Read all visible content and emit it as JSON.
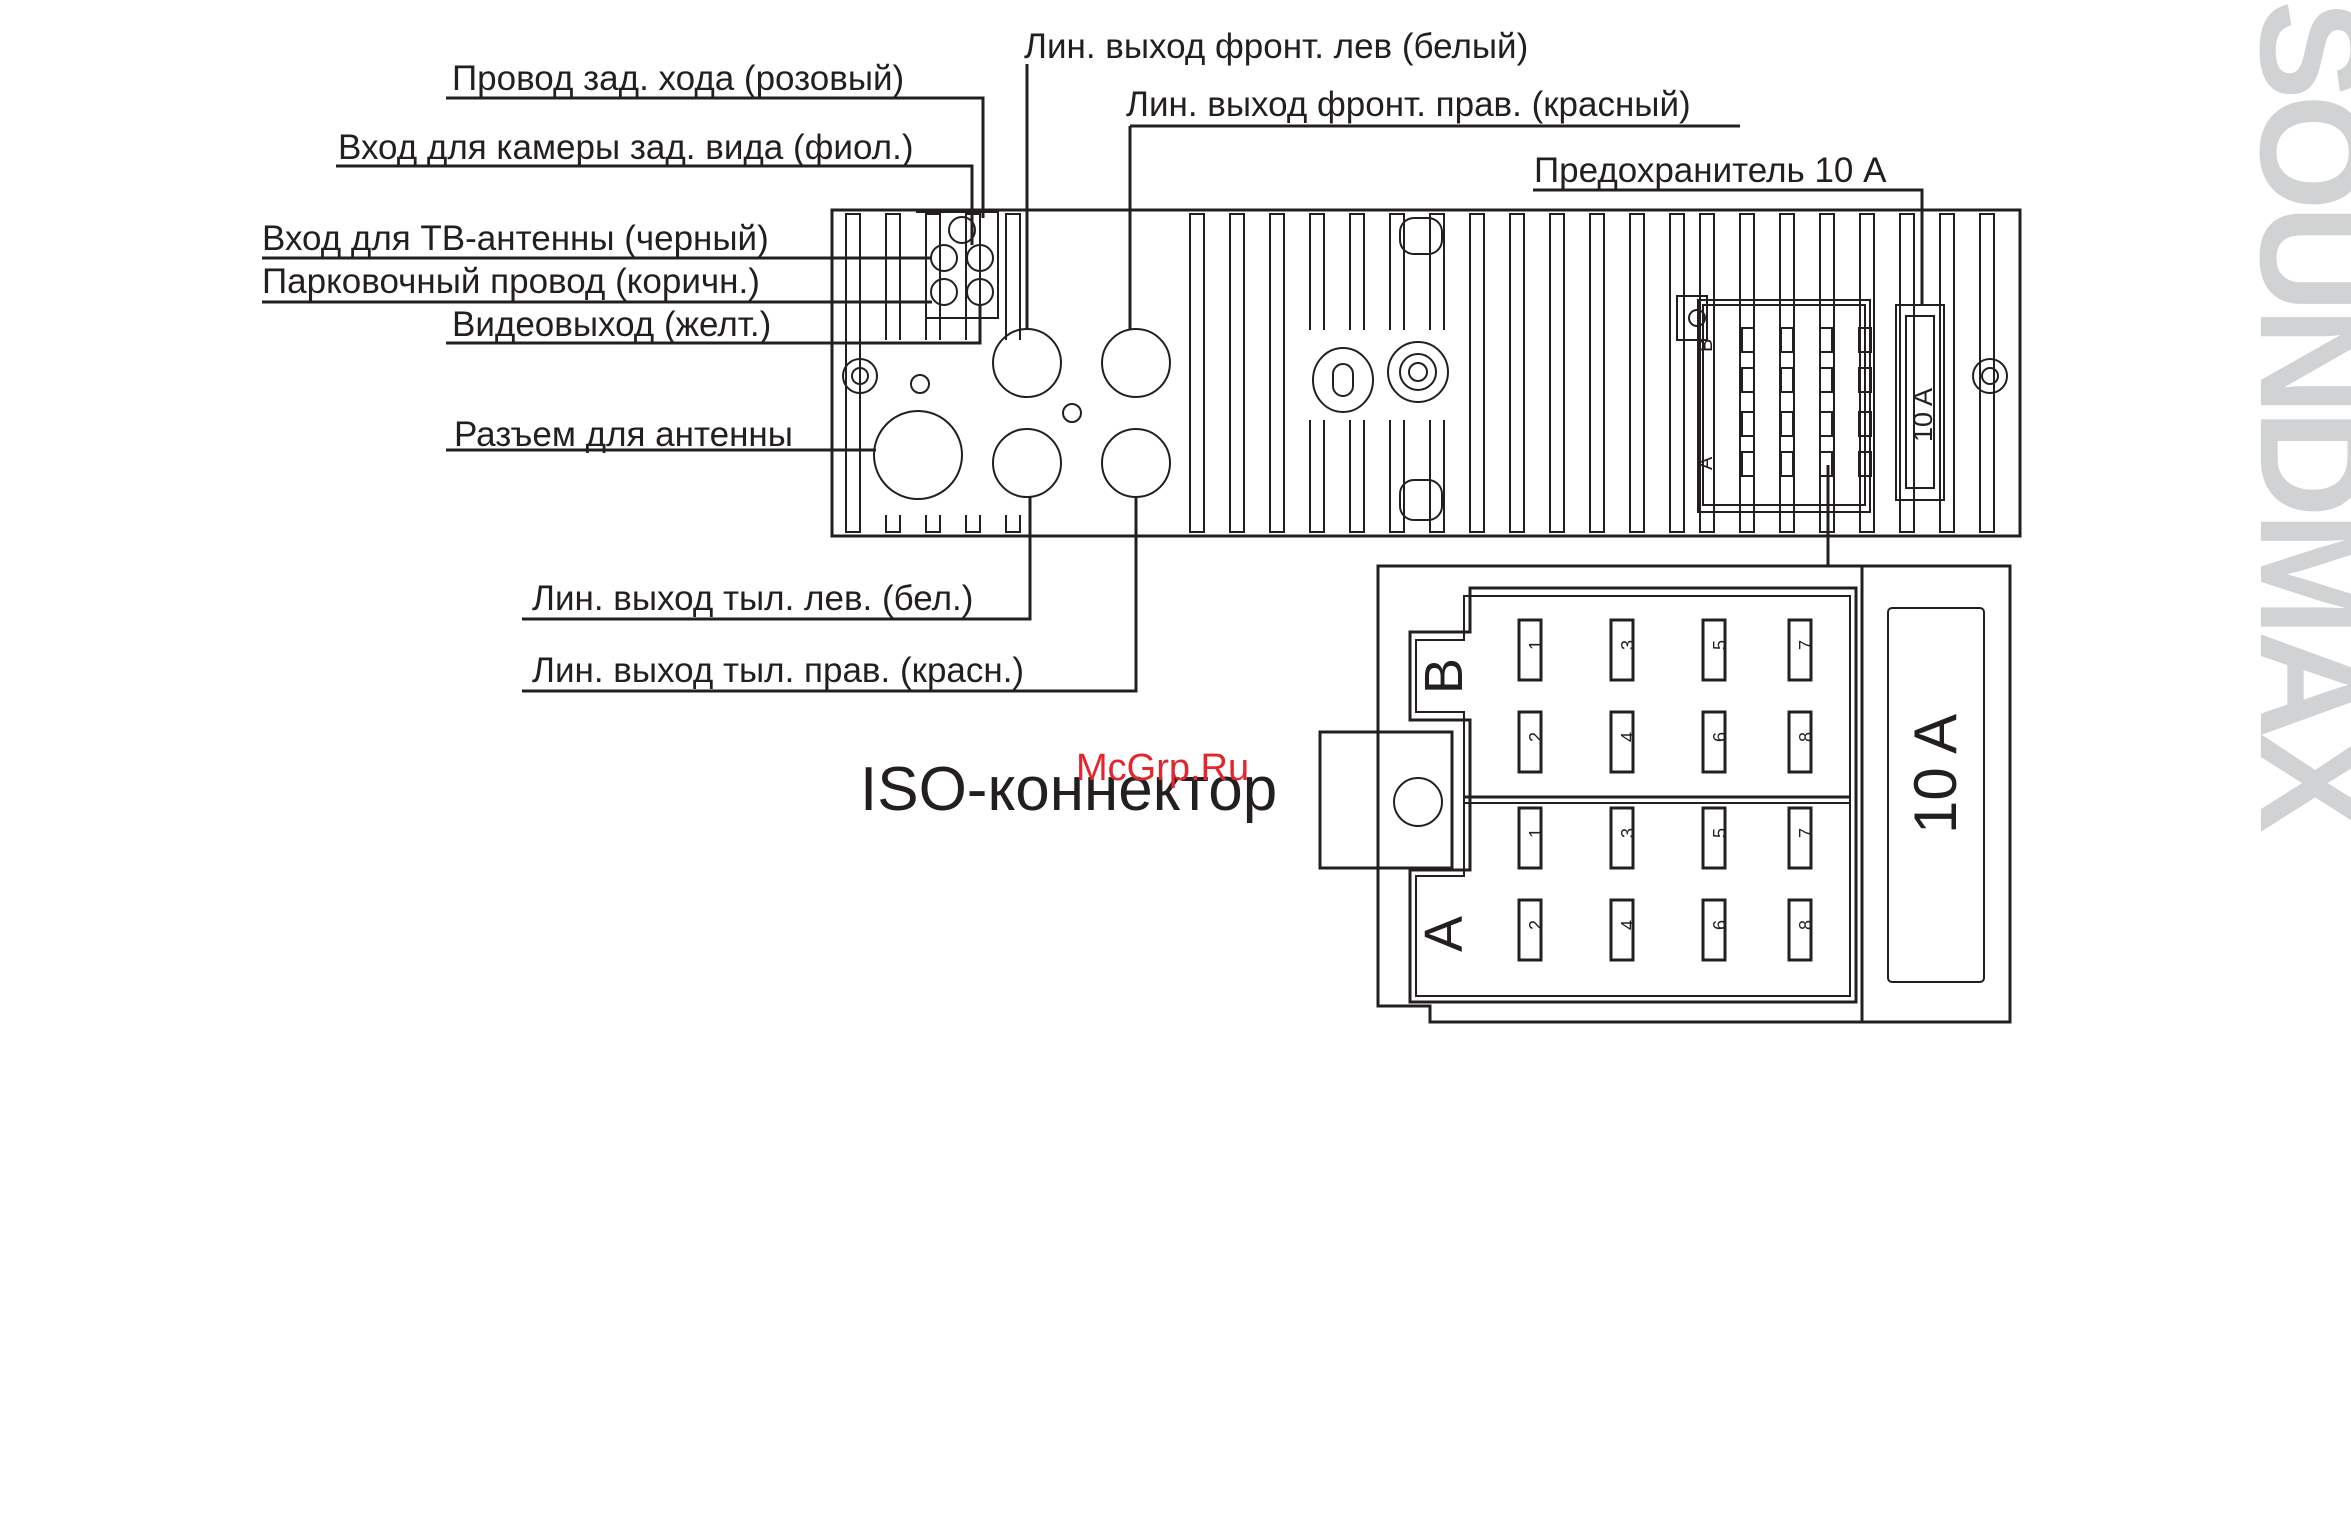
{
  "labels": {
    "reverse_wire": "Провод зад. хода (розовый)",
    "rear_camera_in": "Вход для камеры зад. вида (фиол.)",
    "tv_antenna_in": "Вход для ТВ-антенны (черный)",
    "parking_wire": "Парковочный провод (коричн.)",
    "video_out": "Видеовыход (желт.)",
    "antenna_socket": "Разъем для антенны",
    "front_left_out": "Лин. выход фронт. лев (белый)",
    "front_right_out": "Лин. выход фронт. прав. (красный)",
    "fuse": "Предохранитель 10 А",
    "rear_left_out": "Лин. выход тыл. лев. (бел.)",
    "rear_right_out": "Лин. выход тыл. прав. (красн.)",
    "iso_connector": "ISO-коннектор"
  },
  "iso": {
    "block_a": "A",
    "block_b": "B",
    "fuse_text": "10 A",
    "pins": [
      "1",
      "2",
      "3",
      "4",
      "5",
      "6",
      "7",
      "8"
    ]
  },
  "watermark": "McGrp.Ru",
  "brand": "SOUNDMAX",
  "colors": {
    "line": "#231f20",
    "watermark": "#e3262d",
    "brand": "#d0d2d3"
  }
}
